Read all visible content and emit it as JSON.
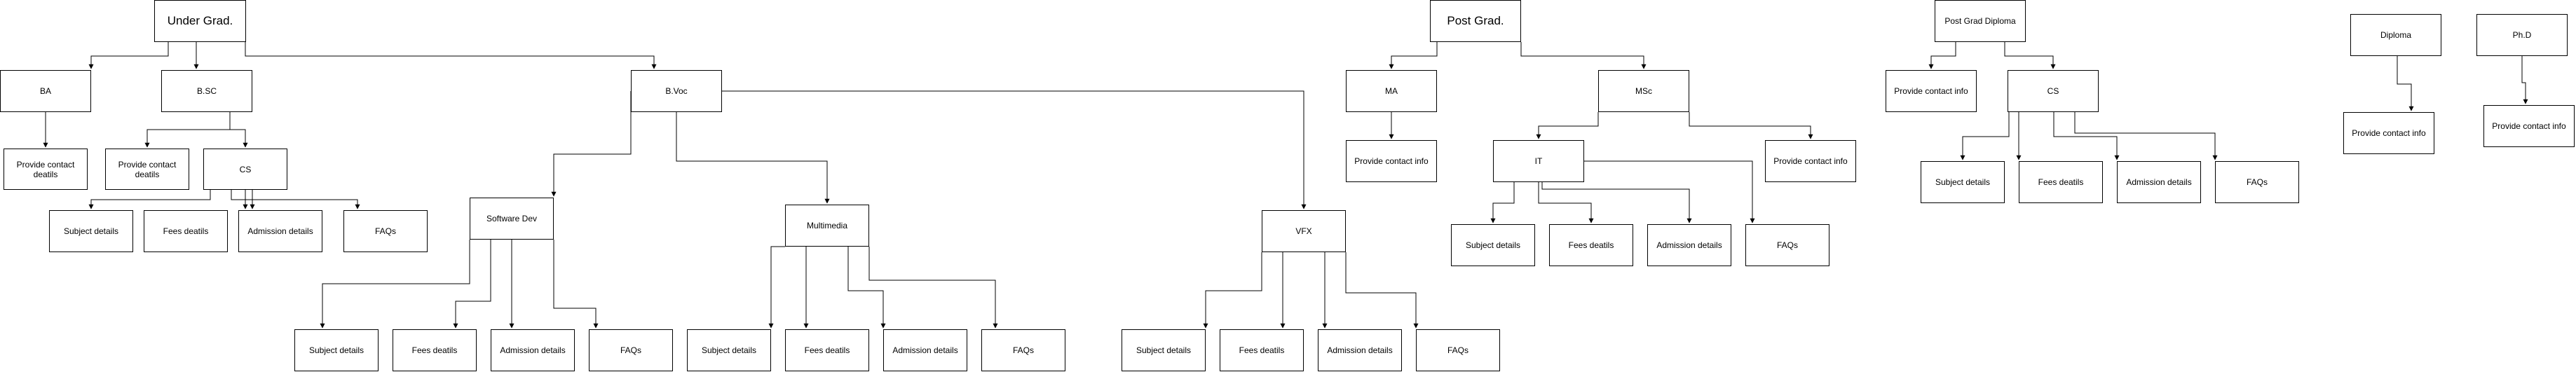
{
  "nodes": {
    "ug": "Under Grad.",
    "ba": "BA",
    "ba_contact": "Provide contact deatils",
    "bsc": "B.SC",
    "bsc_contact": "Provide contact deatils",
    "bsc_cs": "CS",
    "bsc_cs_subject": "Subject details",
    "bsc_cs_fees": "Fees deatils",
    "bsc_cs_admission": "Admission details",
    "bsc_cs_faqs": "FAQs",
    "bvoc": "B.Voc",
    "swdev": "Software Dev",
    "swdev_subject": "Subject details",
    "swdev_fees": "Fees deatils",
    "swdev_admission": "Admission details",
    "swdev_faqs": "FAQs",
    "mm": "Multimedia",
    "mm_subject": "Subject details",
    "mm_fees": "Fees deatils",
    "mm_admission": "Admission details",
    "mm_faqs": "FAQs",
    "vfx": "VFX",
    "vfx_subject": "Subject details",
    "vfx_fees": "Fees deatils",
    "vfx_admission": "Admission details",
    "vfx_faqs": "FAQs",
    "pg": "Post Grad.",
    "ma": "MA",
    "ma_contact": "Provide contact info",
    "msc": "MSc",
    "msc_contact": "Provide contact info",
    "it": "IT",
    "it_subject": "Subject details",
    "it_fees": "Fees deatils",
    "it_admission": "Admission details",
    "it_faqs": "FAQs",
    "pgd": "Post Grad Diploma",
    "pgd_contact": "Provide contact info",
    "pgd_cs": "CS",
    "pgd_cs_subject": "Subject details",
    "pgd_cs_fees": "Fees deatils",
    "pgd_cs_admission": "Admission details",
    "pgd_cs_faqs": "FAQs",
    "diploma": "Diploma",
    "diploma_contact": "Provide contact info",
    "phd": "Ph.D",
    "phd_contact": "Provide contact info"
  },
  "colors": {
    "line": "#000000",
    "box_border": "#000000",
    "box_fill": "#ffffff",
    "text": "#000000"
  }
}
